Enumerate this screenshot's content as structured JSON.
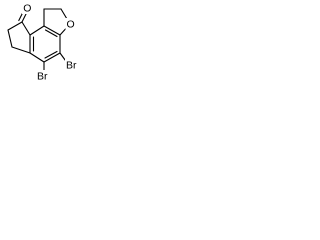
{
  "molecule": {
    "atom_labels": {
      "carbonyl_oxygen": "O",
      "furan_oxygen": "O",
      "bromine_upper": "Br",
      "bromine_lower": "Br"
    }
  }
}
